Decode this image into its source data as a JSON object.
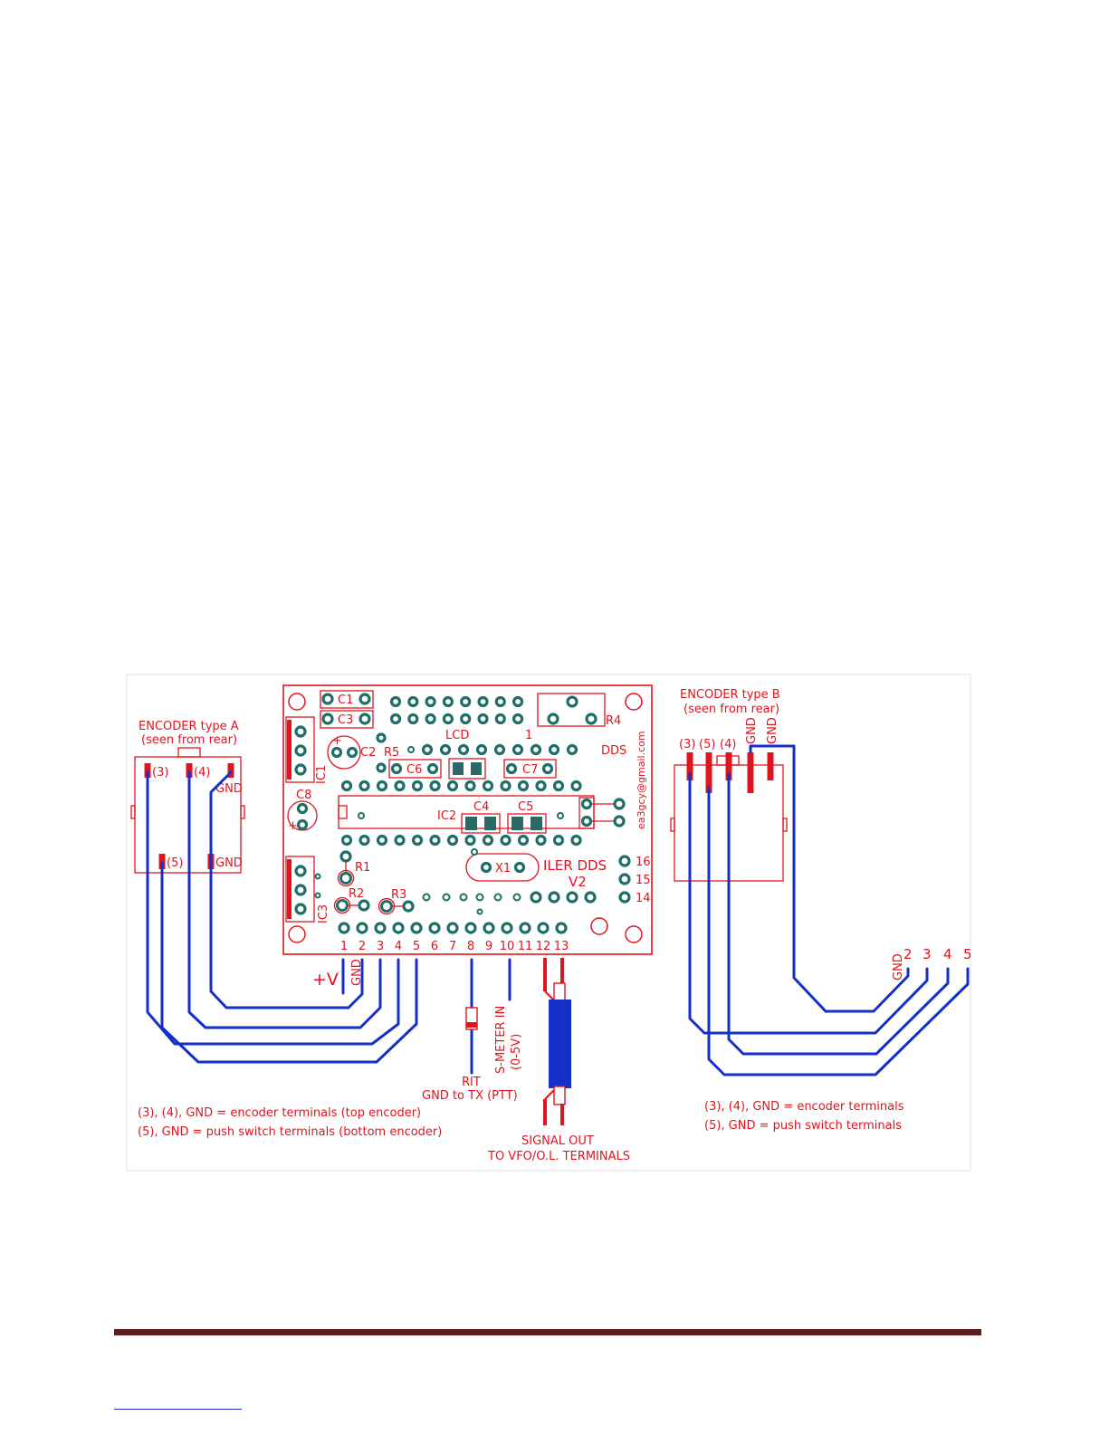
{
  "board": {
    "components": {
      "c1": "C1",
      "c3": "C3",
      "c2": "C2",
      "r5": "R5",
      "c6": "C6",
      "c7": "C7",
      "r4": "R4",
      "lcd": "LCD",
      "lcd_pin1": "1",
      "dds": "DDS",
      "ic1": "IC1",
      "c8": "C8",
      "plus": "+",
      "ic2": "IC2",
      "c4": "C4",
      "c5": "C5",
      "x1": "X1",
      "r1": "R1",
      "r2": "R2",
      "r3": "R3",
      "ic3": "IC3",
      "iler_line1": "ILER DDS",
      "iler_line2": "V2",
      "email": "ea3gcy@gmail.com"
    },
    "side_pins": [
      "16",
      "15",
      "14"
    ],
    "bottom_pins": [
      "1",
      "2",
      "3",
      "4",
      "5",
      "6",
      "7",
      "8",
      "9",
      "10",
      "11",
      "12",
      "13"
    ]
  },
  "connections": {
    "plus_v": "+V",
    "gnd": "GND",
    "rit": "RIT",
    "rit_note": "GND to TX (PTT)",
    "smeter_line1": "S-METER IN",
    "smeter_line2": "(0-5V)",
    "signal_line1": "SIGNAL OUT",
    "signal_line2": "TO VFO/O.L. TERMINALS"
  },
  "encoder_a": {
    "title": "ENCODER type A",
    "subtitle": "(seen from rear)",
    "t3": "(3)",
    "t4": "(4)",
    "gnd_top": "GND",
    "t5": "(5)",
    "gnd_bottom": "GND",
    "note1": "(3), (4), GND = encoder terminals (top encoder)",
    "note2": "(5), GND = push switch terminals (bottom encoder)"
  },
  "encoder_b": {
    "title": "ENCODER type B",
    "subtitle": "(seen from rear)",
    "t3": "(3)",
    "t5": "(5)",
    "t4": "(4)",
    "gnd1": "GND",
    "gnd2": "GND",
    "ends": [
      "GND",
      "2",
      "3",
      "4",
      "5"
    ],
    "note1": "(3), (4), GND = encoder terminals",
    "note2": "(5), GND = push switch terminals"
  },
  "colors": {
    "silkscreen": "#e0141e",
    "pad": "#1f6e68",
    "wire": "#1530c8",
    "footer_rule": "#5b1d1f"
  }
}
